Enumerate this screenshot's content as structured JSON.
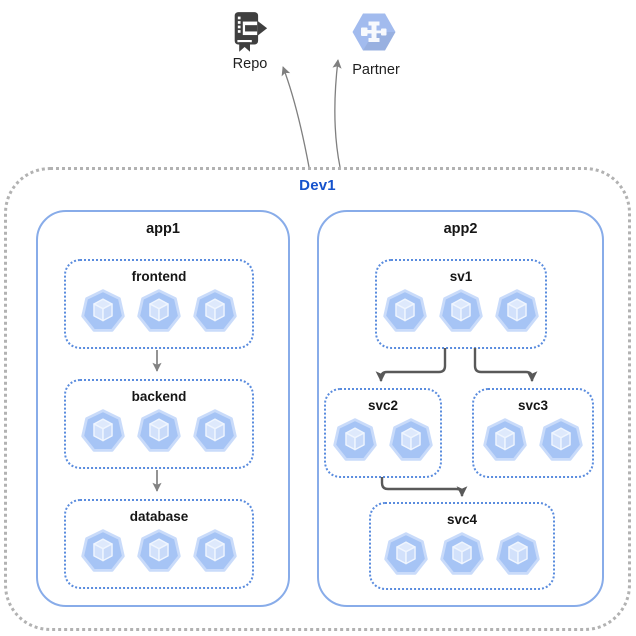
{
  "boundary": {
    "label": "Dev1"
  },
  "externals": {
    "repo": {
      "label": "Repo",
      "icon": "source-repository-icon"
    },
    "partner": {
      "label": "Partner",
      "icon": "partner-interconnect-hexagon-icon"
    }
  },
  "apps": {
    "app1": {
      "label": "app1",
      "services": {
        "frontend": {
          "label": "frontend",
          "pods": 3
        },
        "backend": {
          "label": "backend",
          "pods": 3
        },
        "database": {
          "label": "database",
          "pods": 3
        }
      }
    },
    "app2": {
      "label": "app2",
      "services": {
        "sv1": {
          "label": "sv1",
          "pods": 3
        },
        "svc2": {
          "label": "svc2",
          "pods": 2
        },
        "svc3": {
          "label": "svc3",
          "pods": 2
        },
        "svc4": {
          "label": "svc4",
          "pods": 3
        }
      }
    }
  },
  "connections": {
    "app1_flow": [
      "frontend -> backend",
      "backend -> database"
    ],
    "app2_flow": [
      "sv1 -> svc2",
      "sv1 -> svc3",
      "svc2 -> svc4"
    ],
    "external_flow": [
      "Dev1 -> Repo",
      "Dev1 -> Partner"
    ]
  },
  "colors": {
    "boundary_border": "#b2b2b2",
    "app_border": "#88ace9",
    "service_border": "#5a8cde",
    "pod_body": "#a6c4f5",
    "pod_cube": "#d6e3fb",
    "hexagon_fill": "#a2bbee",
    "dark_icon": "#3f3f3f",
    "arrow_gray": "#7f7f7f",
    "arrow_dark": "#595959",
    "boundary_label_color": "#1552cc"
  }
}
